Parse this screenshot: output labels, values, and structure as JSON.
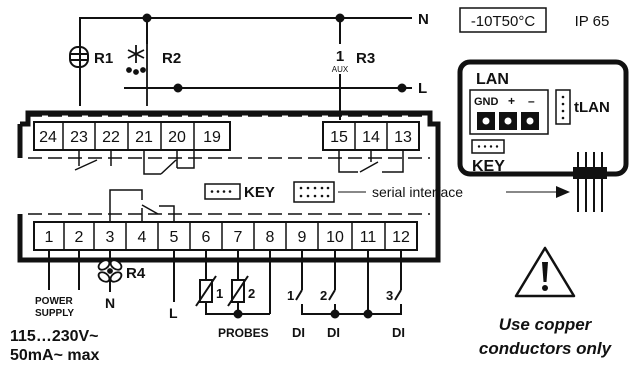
{
  "rail_labels": {
    "neutral": "N",
    "line": "L"
  },
  "rating": {
    "temp_range": "-10T50°C",
    "ip": "IP 65"
  },
  "loads": {
    "r1": {
      "label": "R1",
      "icon": "compressor-icon"
    },
    "r2": {
      "label": "R2",
      "icon": "defrost-icon"
    },
    "r3": {
      "label": "R3",
      "aux_number": "1",
      "aux_text": "AUX"
    },
    "r4": {
      "label": "R4",
      "icon": "fan-icon"
    }
  },
  "terminals_top_left": [
    "24",
    "23",
    "22",
    "21",
    "20",
    "19"
  ],
  "terminals_top_right": [
    "15",
    "14",
    "13"
  ],
  "terminals_bottom": [
    "1",
    "2",
    "3",
    "4",
    "5",
    "6",
    "7",
    "8",
    "9",
    "10",
    "11",
    "12"
  ],
  "ports": {
    "key": "KEY",
    "serial": "serial interface"
  },
  "lan_module": {
    "title": "LAN",
    "pins": [
      "GND",
      "+",
      "–"
    ],
    "tlan": "tLAN",
    "key": "KEY"
  },
  "probes": {
    "p1": "1",
    "p2": "2",
    "label": "PROBES"
  },
  "digital_inputs": {
    "di1": "1",
    "di2": "2",
    "di3": "3",
    "label": "DI"
  },
  "power": {
    "label_line1": "POWER",
    "label_line2": "SUPPLY",
    "voltage": "115…230V~",
    "current": "50mA~ max"
  },
  "fan_terminals": {
    "n": "N",
    "l": "L"
  },
  "warning": {
    "line1": "Use copper",
    "line2": "conductors only"
  }
}
